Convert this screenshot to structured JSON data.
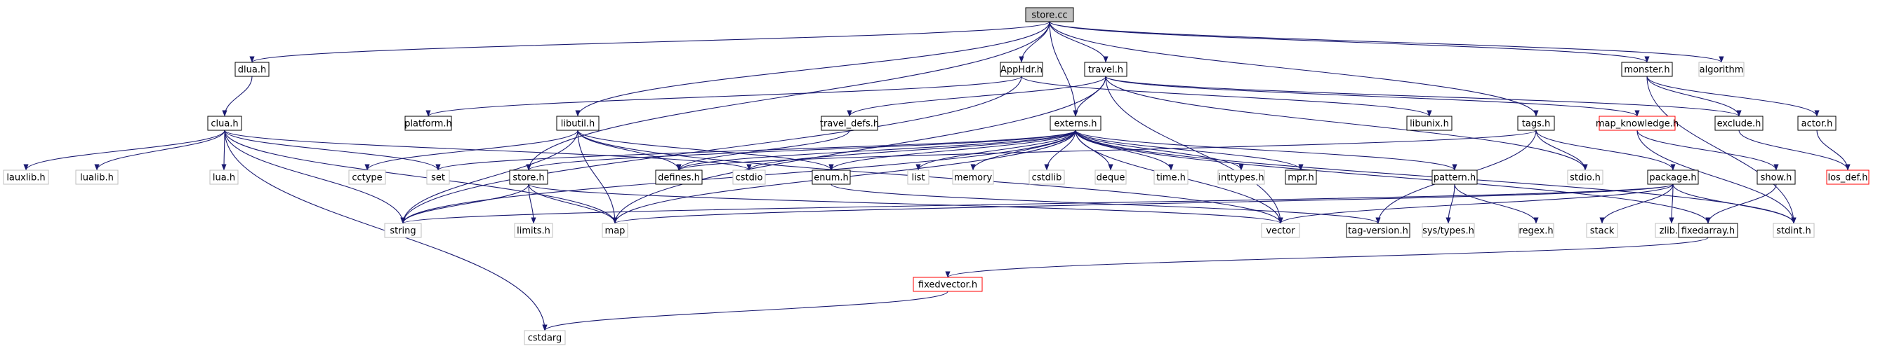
{
  "colors": {
    "edge": "#191970",
    "border_normal": "#000000",
    "border_external": "#bfbfbf",
    "border_missing": "#ff0000",
    "fill_root": "#bfbfbf",
    "fill_node": "#ffffff"
  },
  "nodes": [
    {
      "id": "store_cc",
      "label": "store.cc",
      "kind": "root"
    },
    {
      "id": "dlua_h",
      "label": "dlua.h",
      "kind": "normal"
    },
    {
      "id": "apphdr_h",
      "label": "AppHdr.h",
      "kind": "normal"
    },
    {
      "id": "travel_h",
      "label": "travel.h",
      "kind": "normal"
    },
    {
      "id": "monster_h",
      "label": "monster.h",
      "kind": "normal"
    },
    {
      "id": "algorithm",
      "label": "algorithm",
      "kind": "external"
    },
    {
      "id": "clua_h",
      "label": "clua.h",
      "kind": "normal"
    },
    {
      "id": "platform_h",
      "label": "platform.h",
      "kind": "normal"
    },
    {
      "id": "libutil_h",
      "label": "libutil.h",
      "kind": "normal"
    },
    {
      "id": "travel_defs_h",
      "label": "travel_defs.h",
      "kind": "normal"
    },
    {
      "id": "externs_h",
      "label": "externs.h",
      "kind": "normal"
    },
    {
      "id": "libunix_h",
      "label": "libunix.h",
      "kind": "normal"
    },
    {
      "id": "tags_h",
      "label": "tags.h",
      "kind": "normal"
    },
    {
      "id": "map_knowledge_h",
      "label": "map_knowledge.h",
      "kind": "missing"
    },
    {
      "id": "exclude_h",
      "label": "exclude.h",
      "kind": "normal"
    },
    {
      "id": "actor_h",
      "label": "actor.h",
      "kind": "normal"
    },
    {
      "id": "lauxlib_h",
      "label": "lauxlib.h",
      "kind": "external"
    },
    {
      "id": "lualib_h",
      "label": "lualib.h",
      "kind": "external"
    },
    {
      "id": "lua_h",
      "label": "lua.h",
      "kind": "external"
    },
    {
      "id": "cctype",
      "label": "cctype",
      "kind": "external"
    },
    {
      "id": "set",
      "label": "set",
      "kind": "external"
    },
    {
      "id": "store_h",
      "label": "store.h",
      "kind": "normal"
    },
    {
      "id": "defines_h",
      "label": "defines.h",
      "kind": "normal"
    },
    {
      "id": "cstdio",
      "label": "cstdio",
      "kind": "external"
    },
    {
      "id": "enum_h",
      "label": "enum.h",
      "kind": "normal"
    },
    {
      "id": "list",
      "label": "list",
      "kind": "external"
    },
    {
      "id": "memory",
      "label": "memory",
      "kind": "external"
    },
    {
      "id": "cstdlib",
      "label": "cstdlib",
      "kind": "external"
    },
    {
      "id": "deque",
      "label": "deque",
      "kind": "external"
    },
    {
      "id": "time_h",
      "label": "time.h",
      "kind": "external"
    },
    {
      "id": "inttypes_h",
      "label": "inttypes.h",
      "kind": "external"
    },
    {
      "id": "mpr_h",
      "label": "mpr.h",
      "kind": "normal"
    },
    {
      "id": "pattern_h",
      "label": "pattern.h",
      "kind": "normal"
    },
    {
      "id": "stdio_h",
      "label": "stdio.h",
      "kind": "external"
    },
    {
      "id": "package_h",
      "label": "package.h",
      "kind": "normal"
    },
    {
      "id": "show_h",
      "label": "show.h",
      "kind": "normal"
    },
    {
      "id": "los_def_h",
      "label": "los_def.h",
      "kind": "missing"
    },
    {
      "id": "string",
      "label": "string",
      "kind": "external"
    },
    {
      "id": "limits_h",
      "label": "limits.h",
      "kind": "external"
    },
    {
      "id": "map",
      "label": "map",
      "kind": "external"
    },
    {
      "id": "vector",
      "label": "vector",
      "kind": "external"
    },
    {
      "id": "tag_version_h",
      "label": "tag-version.h",
      "kind": "normal"
    },
    {
      "id": "sys_types_h",
      "label": "sys/types.h",
      "kind": "external"
    },
    {
      "id": "regex_h",
      "label": "regex.h",
      "kind": "external"
    },
    {
      "id": "stack",
      "label": "stack",
      "kind": "external"
    },
    {
      "id": "zlib_h",
      "label": "zlib.h",
      "kind": "external"
    },
    {
      "id": "fixedarray_h",
      "label": "fixedarray.h",
      "kind": "normal"
    },
    {
      "id": "stdint_h",
      "label": "stdint.h",
      "kind": "external"
    },
    {
      "id": "fixedvector_h",
      "label": "fixedvector.h",
      "kind": "missing"
    },
    {
      "id": "cstdarg",
      "label": "cstdarg",
      "kind": "external"
    }
  ],
  "edges": [
    [
      "store_cc",
      "dlua_h"
    ],
    [
      "store_cc",
      "apphdr_h"
    ],
    [
      "store_cc",
      "travel_h"
    ],
    [
      "store_cc",
      "monster_h"
    ],
    [
      "store_cc",
      "algorithm"
    ],
    [
      "store_cc",
      "libutil_h"
    ],
    [
      "store_cc",
      "externs_h"
    ],
    [
      "store_cc",
      "tags_h"
    ],
    [
      "store_cc",
      "store_h"
    ],
    [
      "dlua_h",
      "clua_h"
    ],
    [
      "clua_h",
      "lauxlib_h"
    ],
    [
      "clua_h",
      "lualib_h"
    ],
    [
      "clua_h",
      "lua_h"
    ],
    [
      "clua_h",
      "set"
    ],
    [
      "clua_h",
      "string"
    ],
    [
      "clua_h",
      "map"
    ],
    [
      "clua_h",
      "cstdio"
    ],
    [
      "clua_h",
      "cstdarg"
    ],
    [
      "apphdr_h",
      "platform_h"
    ],
    [
      "apphdr_h",
      "libunix_h"
    ],
    [
      "apphdr_h",
      "string"
    ],
    [
      "travel_h",
      "travel_defs_h"
    ],
    [
      "travel_h",
      "externs_h"
    ],
    [
      "travel_h",
      "exclude_h"
    ],
    [
      "travel_h",
      "map_knowledge_h"
    ],
    [
      "travel_h",
      "vector"
    ],
    [
      "travel_h",
      "map"
    ],
    [
      "travel_h",
      "stdio_h"
    ],
    [
      "monster_h",
      "actor_h"
    ],
    [
      "monster_h",
      "stdint_h"
    ],
    [
      "monster_h",
      "exclude_h"
    ],
    [
      "libutil_h",
      "cctype"
    ],
    [
      "libutil_h",
      "string"
    ],
    [
      "libutil_h",
      "map"
    ],
    [
      "libutil_h",
      "defines_h"
    ],
    [
      "libutil_h",
      "enum_h"
    ],
    [
      "libutil_h",
      "vector"
    ],
    [
      "travel_defs_h",
      "defines_h"
    ],
    [
      "externs_h",
      "set"
    ],
    [
      "externs_h",
      "store_h"
    ],
    [
      "externs_h",
      "defines_h"
    ],
    [
      "externs_h",
      "cstdio"
    ],
    [
      "externs_h",
      "enum_h"
    ],
    [
      "externs_h",
      "list"
    ],
    [
      "externs_h",
      "memory"
    ],
    [
      "externs_h",
      "cstdlib"
    ],
    [
      "externs_h",
      "deque"
    ],
    [
      "externs_h",
      "time_h"
    ],
    [
      "externs_h",
      "inttypes_h"
    ],
    [
      "externs_h",
      "mpr_h"
    ],
    [
      "externs_h",
      "pattern_h"
    ],
    [
      "externs_h",
      "vector"
    ],
    [
      "externs_h",
      "map"
    ],
    [
      "externs_h",
      "string"
    ],
    [
      "externs_h",
      "stdint_h"
    ],
    [
      "externs_h",
      "fixedarray_h"
    ],
    [
      "tags_h",
      "package_h"
    ],
    [
      "tags_h",
      "tag_version_h"
    ],
    [
      "tags_h",
      "stdio_h"
    ],
    [
      "tags_h",
      "defines_h"
    ],
    [
      "map_knowledge_h",
      "show_h"
    ],
    [
      "map_knowledge_h",
      "stdint_h"
    ],
    [
      "exclude_h",
      "los_def_h"
    ],
    [
      "actor_h",
      "los_def_h"
    ],
    [
      "store_h",
      "string"
    ],
    [
      "store_h",
      "limits_h"
    ],
    [
      "store_h",
      "map"
    ],
    [
      "store_h",
      "vector"
    ],
    [
      "enum_h",
      "tag_version_h"
    ],
    [
      "pattern_h",
      "sys_types_h"
    ],
    [
      "pattern_h",
      "regex_h"
    ],
    [
      "package_h",
      "vector"
    ],
    [
      "package_h",
      "map"
    ],
    [
      "package_h",
      "string"
    ],
    [
      "package_h",
      "stack"
    ],
    [
      "package_h",
      "zlib_h"
    ],
    [
      "package_h",
      "stdint_h"
    ],
    [
      "show_h",
      "fixedarray_h"
    ],
    [
      "fixedarray_h",
      "fixedvector_h"
    ],
    [
      "fixedvector_h",
      "cstdarg"
    ]
  ]
}
